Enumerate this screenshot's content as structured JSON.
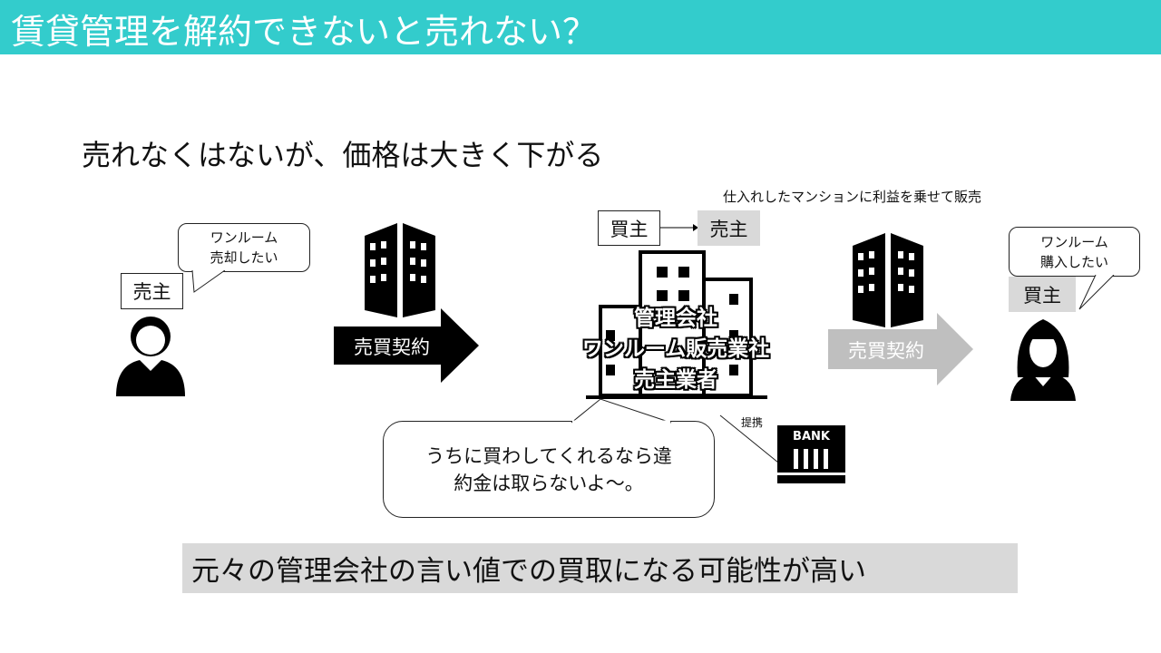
{
  "header": {
    "title": "賃貸管理を解約できないと売れない？",
    "color": "#33cccc"
  },
  "subtitle": "売れなくはないが、価格は大きく下がる",
  "note_top": "仕入れしたマンションに利益を乗せて販売",
  "seller": {
    "label": "売主",
    "bubble": [
      "ワンルーム",
      "売却したい"
    ]
  },
  "arrow_left": {
    "label": "売買契約"
  },
  "company": {
    "buyer_label": "買主",
    "seller_label": "売主",
    "names": [
      "管理会社",
      "ワンルーム販売業社",
      "売主業者"
    ]
  },
  "arrow_right": {
    "label": "売買契約"
  },
  "buyer": {
    "label": "買主",
    "bubble": [
      "ワンルーム",
      "購入したい"
    ]
  },
  "company_bubble": [
    "うちに買わしてくれるなら違",
    "約金は取らないよ〜。"
  ],
  "bank": {
    "label": "BANK",
    "link_label": "提携"
  },
  "conclusion": "元々の管理会社の言い値での買取になる可能性が高い"
}
